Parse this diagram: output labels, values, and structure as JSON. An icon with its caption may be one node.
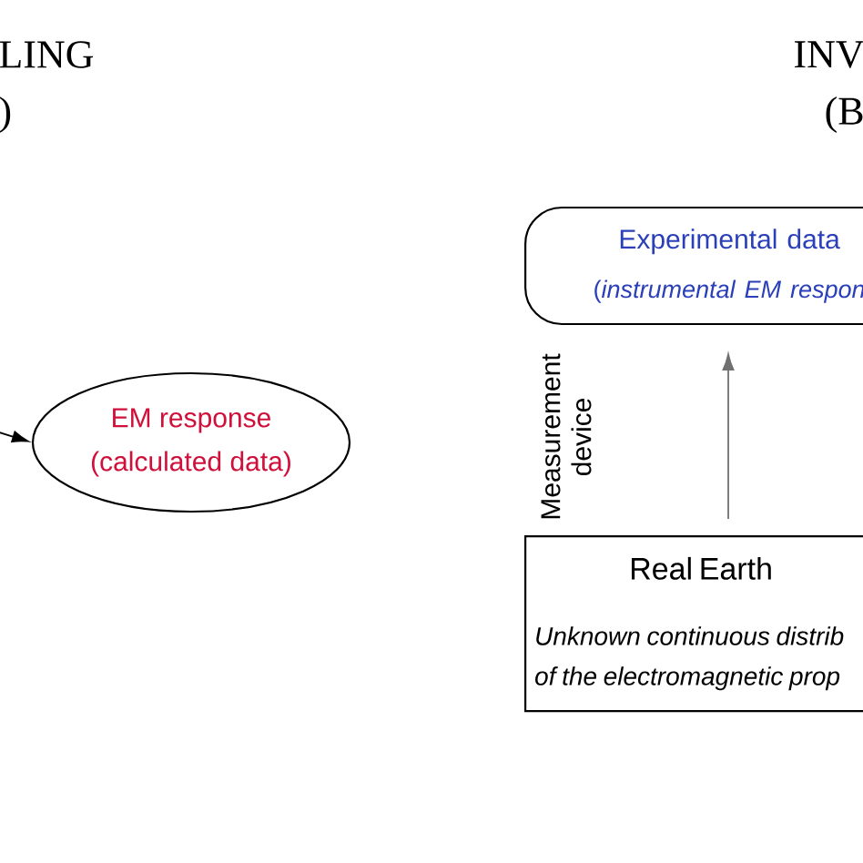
{
  "diagram": {
    "nodes": [
      {
        "text": [
          "EM response",
          "(calculated data)"
        ]
      },
      {
        "text": [
          "Experimental data",
          "(*instrumental EM respon*"
        ]
      },
      {
        "text": [
          "Real Earth",
          "Unknown continuous distrib of the electromagnetic prop"
        ]
      }
    ],
    "edges": [
      {
        "from": null,
        "to": 0,
        "arrow": "to"
      },
      {
        "from": 2,
        "to": 1,
        "arrow": "to",
        "color": "#707070"
      }
    ],
    "labels": [
      "LING",
      "INV",
      ")",
      "(B",
      "Measurement device"
    ]
  }
}
